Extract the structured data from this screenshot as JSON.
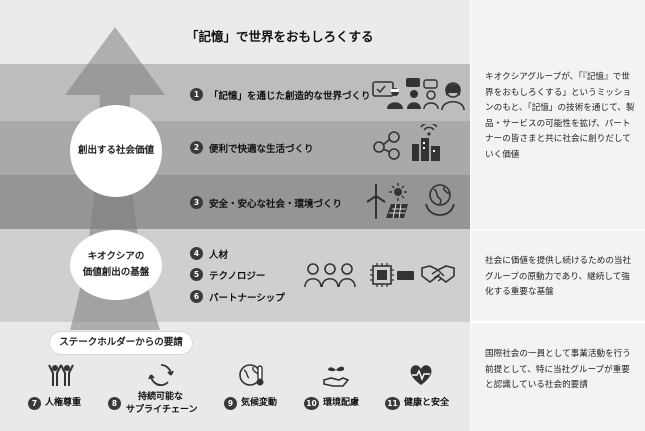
{
  "header": {
    "title": "「記憶」で世界をおもしろくする"
  },
  "social_value": {
    "circle_label": "創出する社会価値",
    "items": [
      {
        "num": "1",
        "label": "「記憶」を通じた創造的な世界づくり"
      },
      {
        "num": "2",
        "label": "便利で快適な生活づくり"
      },
      {
        "num": "3",
        "label": "安全・安心な社会・環境づくり"
      }
    ],
    "side_text": "キオクシアグループが、「『記憶』で世界をおもしろくする」というミッションのもと、「記憶」の技術を通じて、製品・サービスの可能性を拡げ、パートナーの皆さまと共に社会に創りだしていく価値"
  },
  "foundation": {
    "circle_line1": "キオクシアの",
    "circle_line2": "価値創出の基盤",
    "items": [
      {
        "num": "4",
        "label": "人材"
      },
      {
        "num": "5",
        "label": "テクノロジー"
      },
      {
        "num": "6",
        "label": "パートナーシップ"
      }
    ],
    "side_text": "社会に価値を提供し続けるための当社グループの原動力であり、継続して強化する重要な基盤"
  },
  "stakeholder": {
    "pill_label": "ステークホルダーからの要請",
    "items": [
      {
        "num": "7",
        "label": "人権尊重",
        "icon": "people-raising-hands-icon"
      },
      {
        "num": "8",
        "label_line1": "持続可能な",
        "label_line2": "サプライチェーン",
        "icon": "recycle-arrows-icon"
      },
      {
        "num": "9",
        "label": "気候変動",
        "icon": "globe-thermometer-icon"
      },
      {
        "num": "10",
        "label": "環境配慮",
        "icon": "hand-sprout-icon"
      },
      {
        "num": "11",
        "label": "健康と安全",
        "icon": "heart-pulse-icon"
      }
    ],
    "side_text": "国際社会の一員として事業活動を行う前提として、特に当社グループが重要と認識している社会的要請"
  },
  "colors": {
    "band1": "#ebebeb",
    "band2": "#bdbdbd",
    "band3": "#a9a9a9",
    "band4": "#959595",
    "band5": "#cfcfcf",
    "band6": "#e9e9e9",
    "arrow": "#7d7d7d",
    "icon": "#333333"
  }
}
